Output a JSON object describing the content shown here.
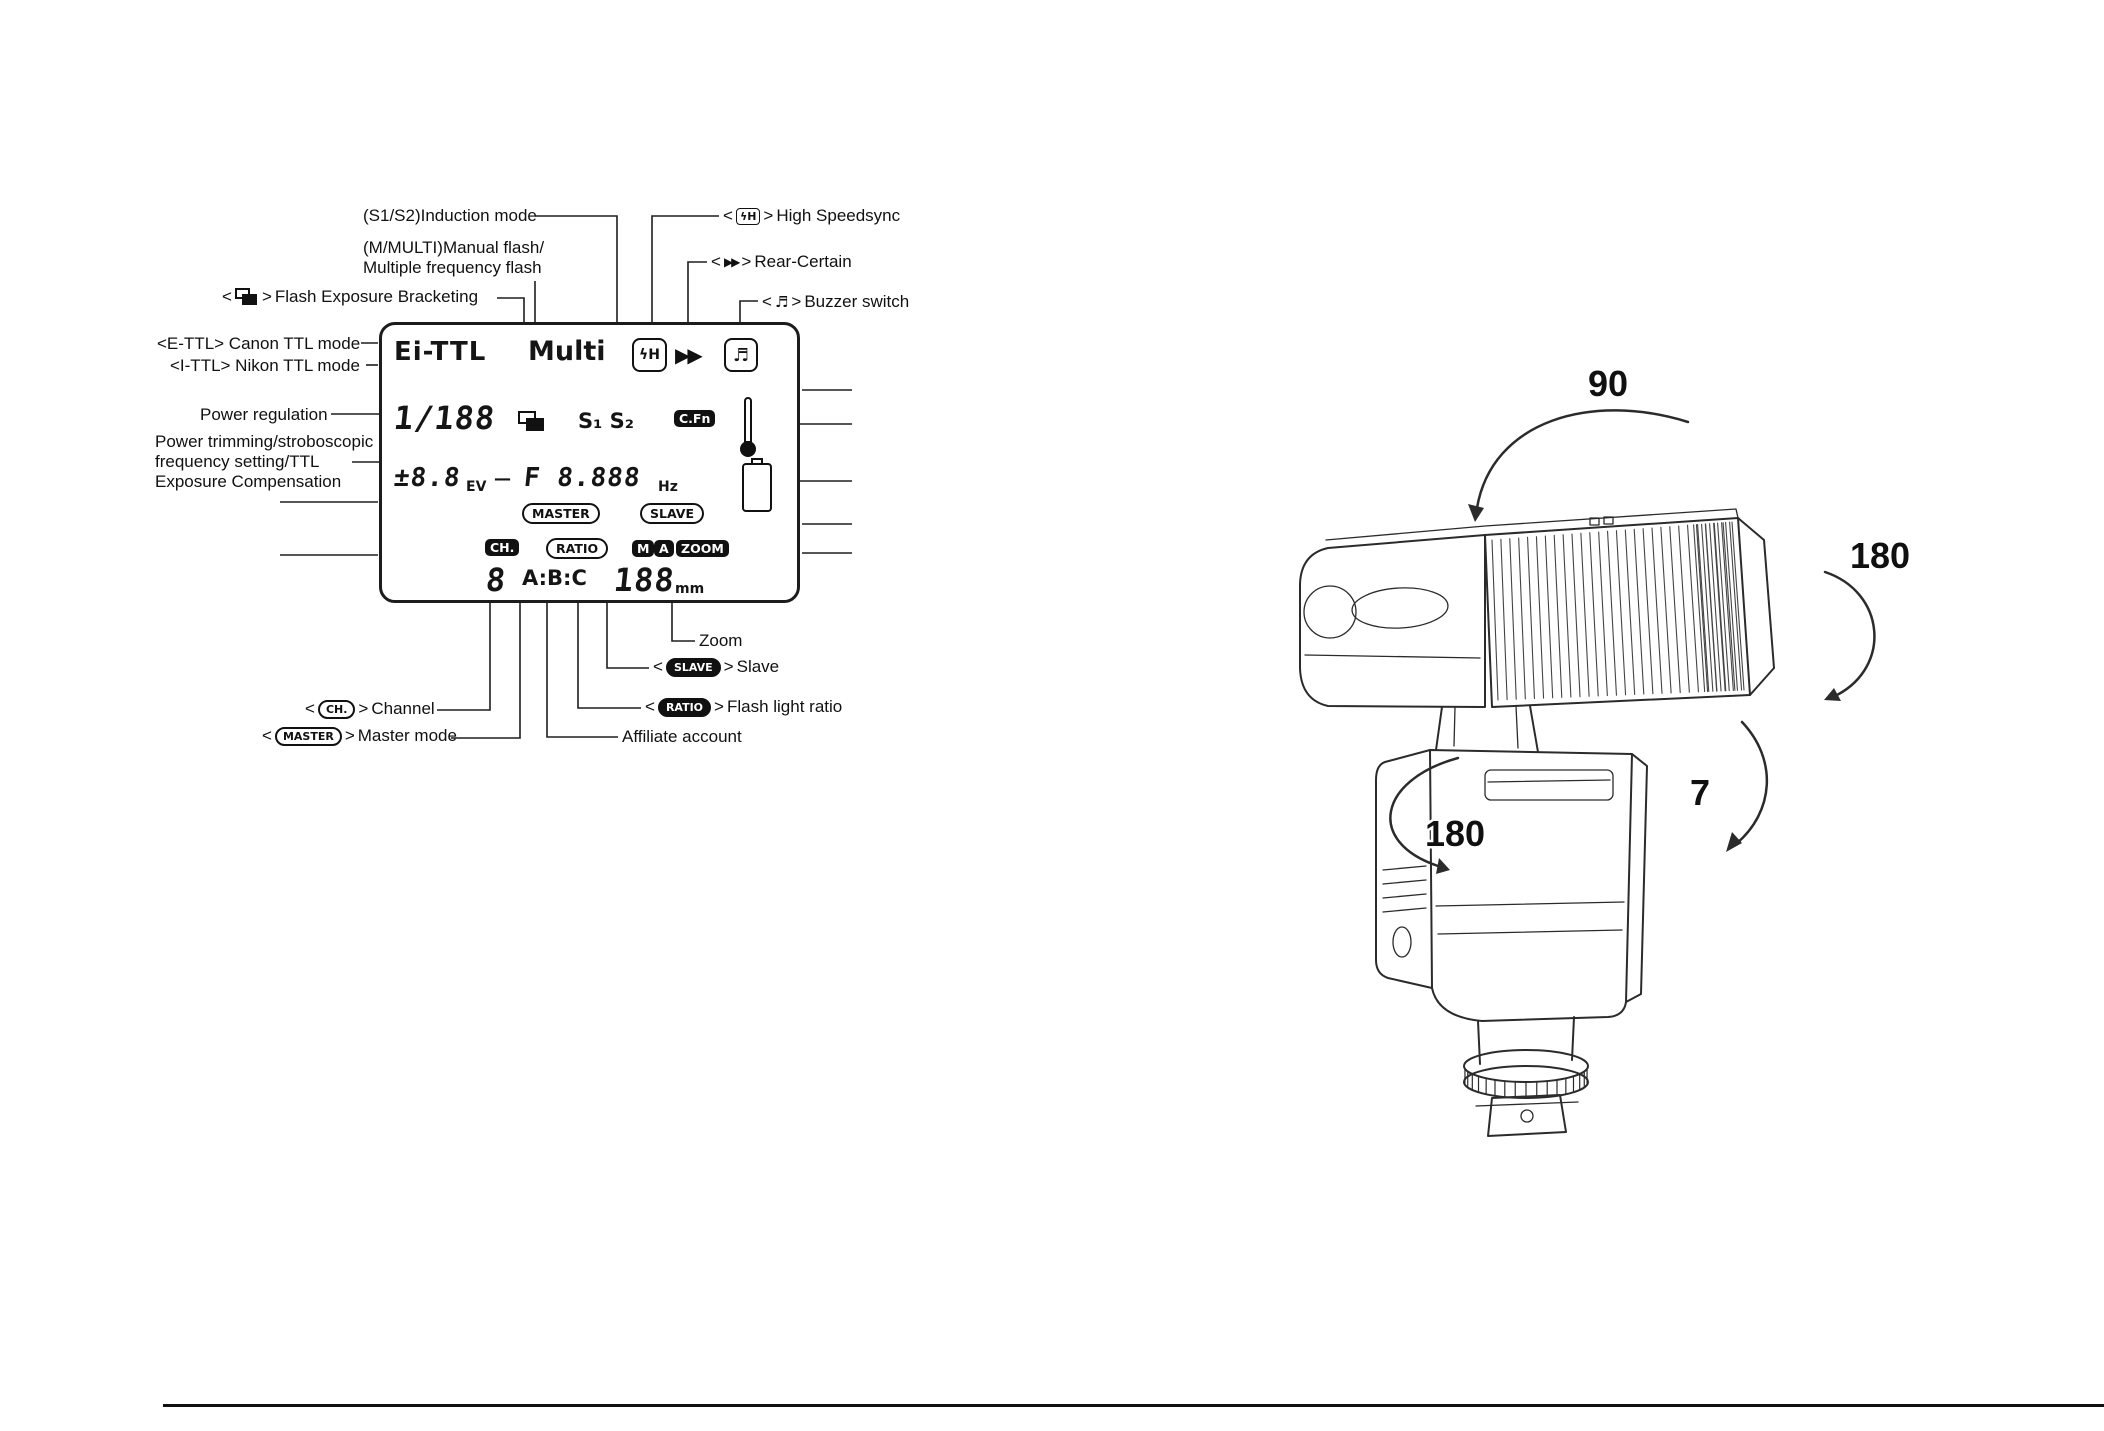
{
  "page": {
    "background": "#ffffff"
  },
  "lcd": {
    "ettl": "Ei-TTL",
    "multi": "Multi",
    "hs_icon": "ϟH",
    "rear_icon": "▶▶",
    "buzzer_icon": "♬",
    "power_value": "1/188",
    "s1s2": "S₁ S₂",
    "cfn": "C.Fn",
    "ev_value": "±8.8",
    "ev_unit": "EV",
    "dash": "—",
    "freq_value": "F 8.888",
    "freq_unit": "Hz",
    "master": "MASTER",
    "slave": "SLAVE",
    "ch": "CH.",
    "ratio": "RATIO",
    "m": "M",
    "a": "A",
    "zoom": "ZOOM",
    "channel_digit": "8",
    "ratio_groups": "A:B:C",
    "zoom_value": "188",
    "zoom_unit": "mm"
  },
  "labels": {
    "angle_open": "<",
    "angle_close": ">",
    "induction": "(S1/S2)Induction mode",
    "manual_line1": "(M/MULTI)Manual flash/",
    "manual_line2": "Multiple frequency flash",
    "feb": "Flash Exposure Bracketing",
    "ettl": "<E-TTL> Canon TTL mode",
    "ittl": "<I-TTL> Nikon TTL mode",
    "power_reg": "Power regulation",
    "power_trim_line1": "Power trimming/stroboscopic",
    "power_trim_line2": "frequency setting/TTL",
    "power_trim_line3": "Exposure Compensation",
    "high_speed": "High Speedsync",
    "rear": "Rear-Certain",
    "buzzer": "Buzzer switch",
    "zoom": "Zoom",
    "slave": "Slave",
    "channel": "Channel",
    "ratio": "Flash light ratio",
    "master": "Master mode",
    "affiliate": "Affiliate account"
  },
  "angles": {
    "tilt_up": "90",
    "swivel_right": "180",
    "tilt_down": "7",
    "swivel_left": "180"
  }
}
